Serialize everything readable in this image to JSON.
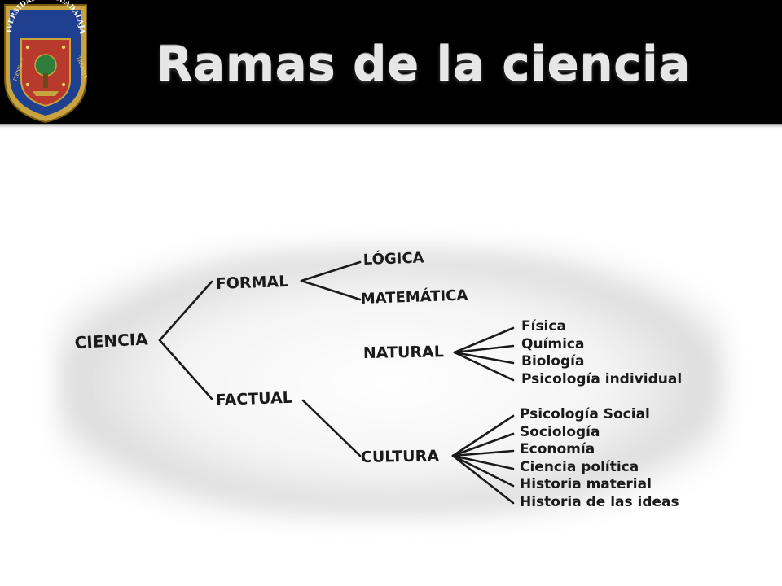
{
  "title": "Ramas de la ciencia",
  "logo": {
    "top_text": "UNIVERSIDAD DE GUADALAJARA",
    "left_text": "PIENSA Y",
    "right_text": "TRABAJA",
    "colors": {
      "shield": "#1f3f8f",
      "border": "#c8a441",
      "field": "#b83a2c",
      "ribbon": "#1f3f8f"
    }
  },
  "diagram": {
    "root": "CIENCIA",
    "formal": {
      "label": "FORMAL",
      "children": [
        "LÓGICA",
        "MATEMÁTICA"
      ]
    },
    "factual": {
      "label": "FACTUAL",
      "natural": {
        "label": "NATURAL",
        "children": [
          "Física",
          "Química",
          "Biología",
          "Psicología individual"
        ]
      },
      "cultura": {
        "label": "CULTURA",
        "children": [
          "Psicología Social",
          "Sociología",
          "Economía",
          "Ciencia política",
          "Historia material",
          "Historia de las ideas"
        ]
      }
    }
  },
  "colors": {
    "header": "#000000",
    "title_text": "#e6e6e6",
    "diagram_text": "#1a1a1a",
    "lines": "#1a1a1a"
  }
}
